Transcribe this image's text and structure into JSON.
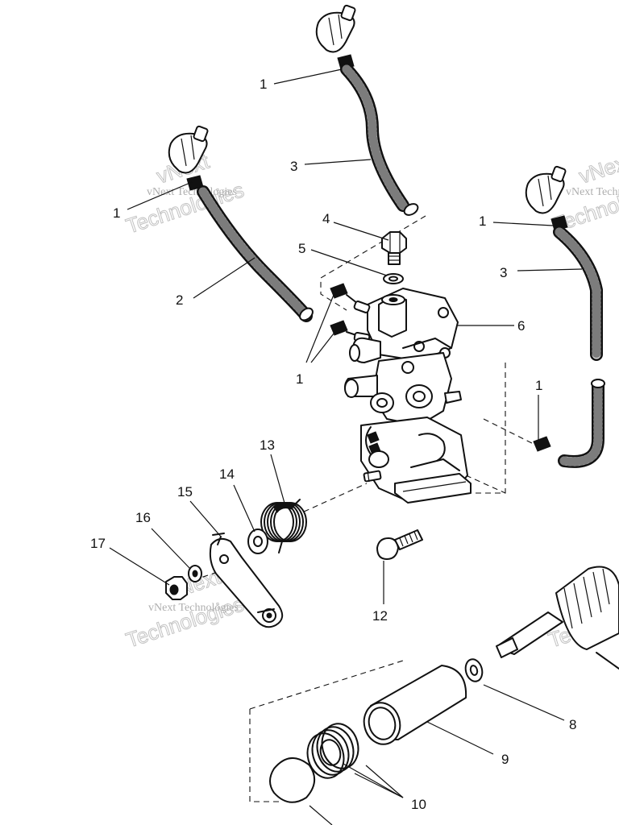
{
  "diagram": {
    "callouts": [
      {
        "id": "c1a",
        "text": "1"
      },
      {
        "id": "c1b",
        "text": "1"
      },
      {
        "id": "c1c",
        "text": "1"
      },
      {
        "id": "c1d",
        "text": "1"
      },
      {
        "id": "c1e",
        "text": "1"
      },
      {
        "id": "c2",
        "text": "2"
      },
      {
        "id": "c3a",
        "text": "3"
      },
      {
        "id": "c3b",
        "text": "3"
      },
      {
        "id": "c4",
        "text": "4"
      },
      {
        "id": "c5",
        "text": "5"
      },
      {
        "id": "c6",
        "text": "6"
      },
      {
        "id": "c8",
        "text": "8"
      },
      {
        "id": "c9",
        "text": "9"
      },
      {
        "id": "c10",
        "text": "10"
      },
      {
        "id": "c12",
        "text": "12"
      },
      {
        "id": "c13",
        "text": "13"
      },
      {
        "id": "c14",
        "text": "14"
      },
      {
        "id": "c15",
        "text": "15"
      },
      {
        "id": "c16",
        "text": "16"
      },
      {
        "id": "c17",
        "text": "17"
      }
    ],
    "watermark": {
      "small_text": "vNext Technologies",
      "large_word_1": "vNext",
      "large_word_2": "Technologies"
    }
  }
}
